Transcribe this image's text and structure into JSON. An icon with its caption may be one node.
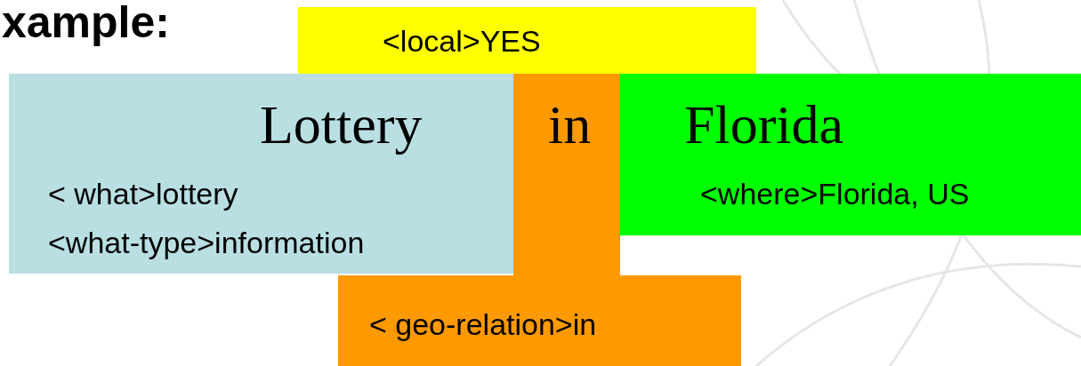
{
  "diagram": {
    "title": "xample:",
    "nodes": [
      {
        "text": [
          "<local>YES"
        ]
      },
      {
        "text": [
          "Lottery",
          "< what>lottery",
          "<what-type>information"
        ]
      },
      {
        "text": [
          "in",
          "< geo-relation>in"
        ]
      },
      {
        "text": [
          "Florida",
          "<where>Florida, US"
        ]
      }
    ]
  }
}
